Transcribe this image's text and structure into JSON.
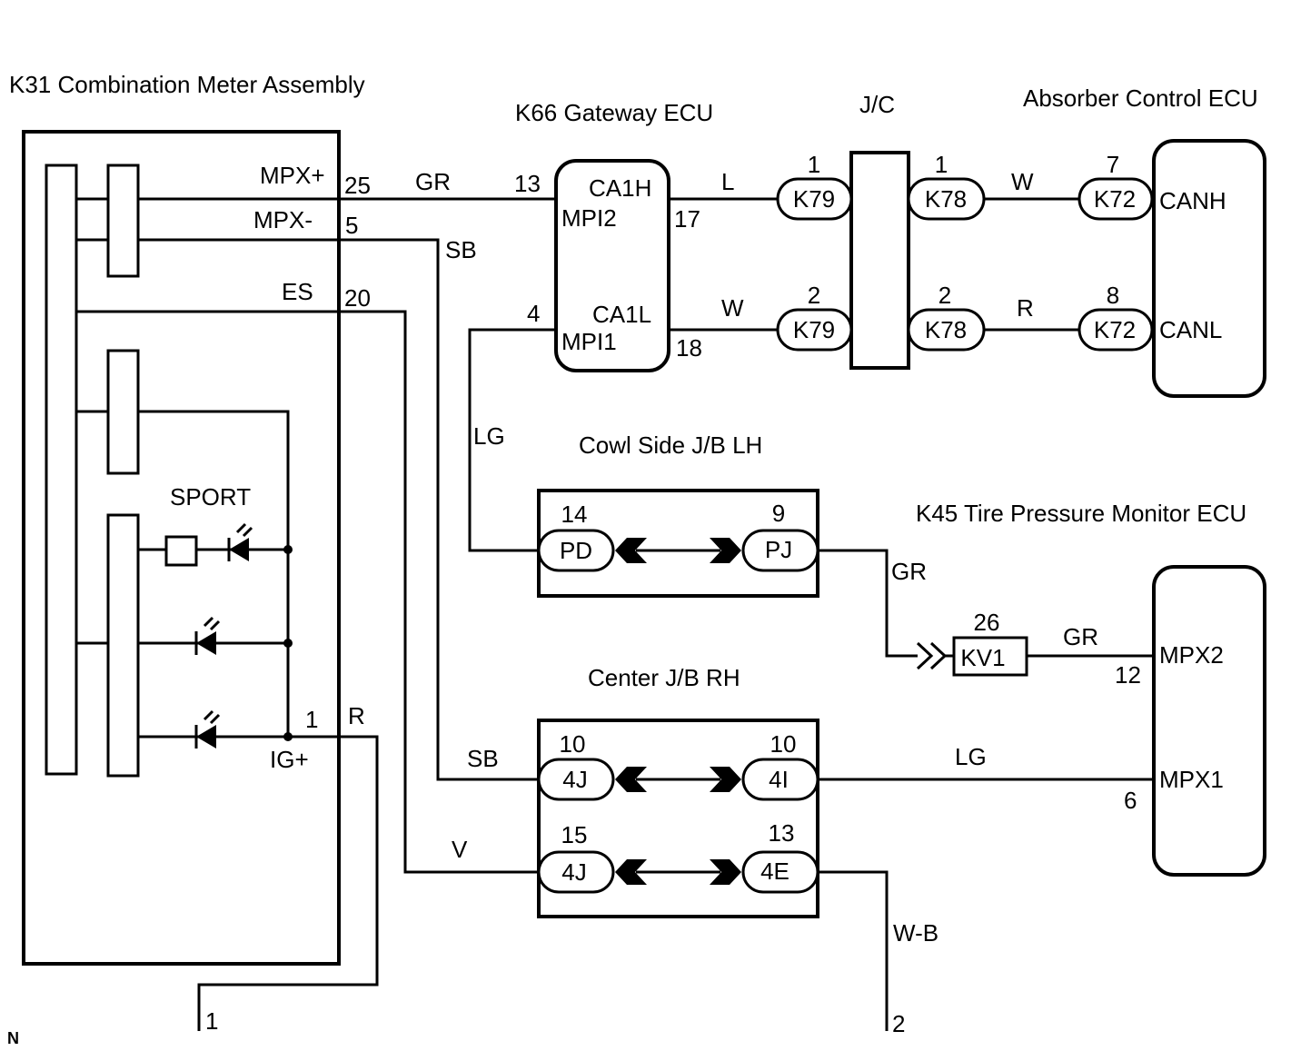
{
  "titles": {
    "combination_meter": "K31 Combination Meter Assembly",
    "gateway_ecu": "K66 Gateway ECU",
    "jc": "J/C",
    "absorber_ecu": "Absorber Control ECU",
    "cowl_jb": "Cowl Side J/B LH",
    "tpm_ecu": "K45 Tire Pressure Monitor ECU",
    "center_jb": "Center J/B RH",
    "sport": "SPORT",
    "corner_mark": "N"
  },
  "meter": {
    "mpx_plus": "MPX+",
    "mpx_minus": "MPX-",
    "es": "ES",
    "ig_plus": "IG+",
    "pin_mpx_plus": "25",
    "pin_mpx_minus": "5",
    "pin_es": "20",
    "pin_ig": "1"
  },
  "wire_colors": {
    "gr_top": "GR",
    "sb_top": "SB",
    "l": "L",
    "w_top": "W",
    "w_k78": "W",
    "r_k78": "R",
    "lg_left": "LG",
    "gr_pj": "GR",
    "gr_kv1": "GR",
    "r_ig": "R",
    "sb_center": "SB",
    "v": "V",
    "lg_center": "LG",
    "wb": "W-B"
  },
  "gateway": {
    "ca1h": "CA1H",
    "mpi2": "MPI2",
    "ca1l": "CA1L",
    "mpi1": "MPI1",
    "pin_13": "13",
    "pin_17": "17",
    "pin_4": "4",
    "pin_18": "18"
  },
  "connectors": {
    "k79_top": {
      "label": "K79",
      "pin": "1"
    },
    "k79_bot": {
      "label": "K79",
      "pin": "2"
    },
    "k78_top": {
      "label": "K78",
      "pin": "1"
    },
    "k78_bot": {
      "label": "K78",
      "pin": "2"
    },
    "k72_top": {
      "label": "K72",
      "pin": "7"
    },
    "k72_bot": {
      "label": "K72",
      "pin": "8"
    },
    "pd": {
      "label": "PD",
      "pin": "14"
    },
    "pj": {
      "label": "PJ",
      "pin": "9"
    },
    "kv1": {
      "label": "KV1",
      "pin": "26"
    },
    "4j_top": {
      "label": "4J",
      "pin": "10"
    },
    "4i": {
      "label": "4I",
      "pin": "10"
    },
    "4j_bot": {
      "label": "4J",
      "pin": "15"
    },
    "4e": {
      "label": "4E",
      "pin": "13"
    }
  },
  "absorber": {
    "canh": "CANH",
    "canl": "CANL"
  },
  "tpm": {
    "mpx2": "MPX2",
    "mpx1": "MPX1",
    "pin_12": "12",
    "pin_6": "6"
  },
  "grounds": {
    "left": "1",
    "right": "2"
  }
}
